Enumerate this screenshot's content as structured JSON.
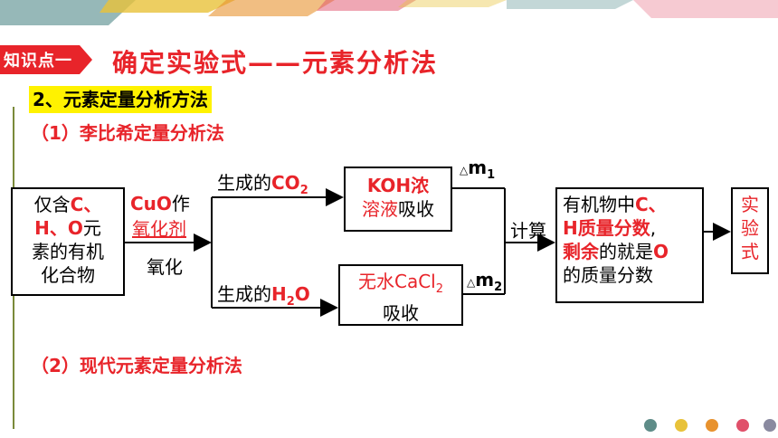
{
  "header": {
    "tag": "知识点一",
    "title": "确定实验式——元素分析法"
  },
  "section": {
    "heading": "2、元素定量分析方法",
    "method1": "（1）李比希定量分析法",
    "method2": "（2）现代元素定量分析法"
  },
  "diagram": {
    "sample_box": {
      "line1_a": "仅含",
      "line1_b": "C、",
      "line2_a": "H、O",
      "line2_b": "元",
      "line3": "素的有机",
      "line4": "化合物"
    },
    "oxidant": {
      "cuo": "CuO",
      "zuo": "作",
      "agent": "氧化剂",
      "oxidize": "氧化"
    },
    "branch_top": {
      "label_a": "生成的",
      "label_b": "CO",
      "label_sub": "2",
      "box_a": "KOH浓",
      "box_b": "溶液",
      "box_c": "吸收",
      "delta": "△",
      "m": "m",
      "m_sub": "1"
    },
    "branch_bottom": {
      "label_a": "生成的",
      "label_b": "H",
      "label_sub": "2",
      "label_c": "O",
      "box_a": "无水CaCl",
      "box_sub": "2",
      "box_b": "吸收",
      "delta": "△",
      "m": "m",
      "m_sub": "2"
    },
    "compute": "计算",
    "result_box": {
      "line1_a": "有机物中",
      "line1_b": "C、",
      "line2_a": "H质量分数",
      "line2_b": ",",
      "line3_a": "剩余",
      "line3_b": "的就是",
      "line3_c": "O",
      "line4": "的质量分数"
    },
    "final_box": {
      "line1": "实",
      "line2": "验",
      "line3": "式"
    }
  },
  "colors": {
    "accent_red": "#e8242a",
    "highlight_yellow": "#fff200",
    "dots": [
      "#5e8c88",
      "#e8c23a",
      "#e8922e",
      "#e0506a",
      "#8a8aa0"
    ]
  }
}
